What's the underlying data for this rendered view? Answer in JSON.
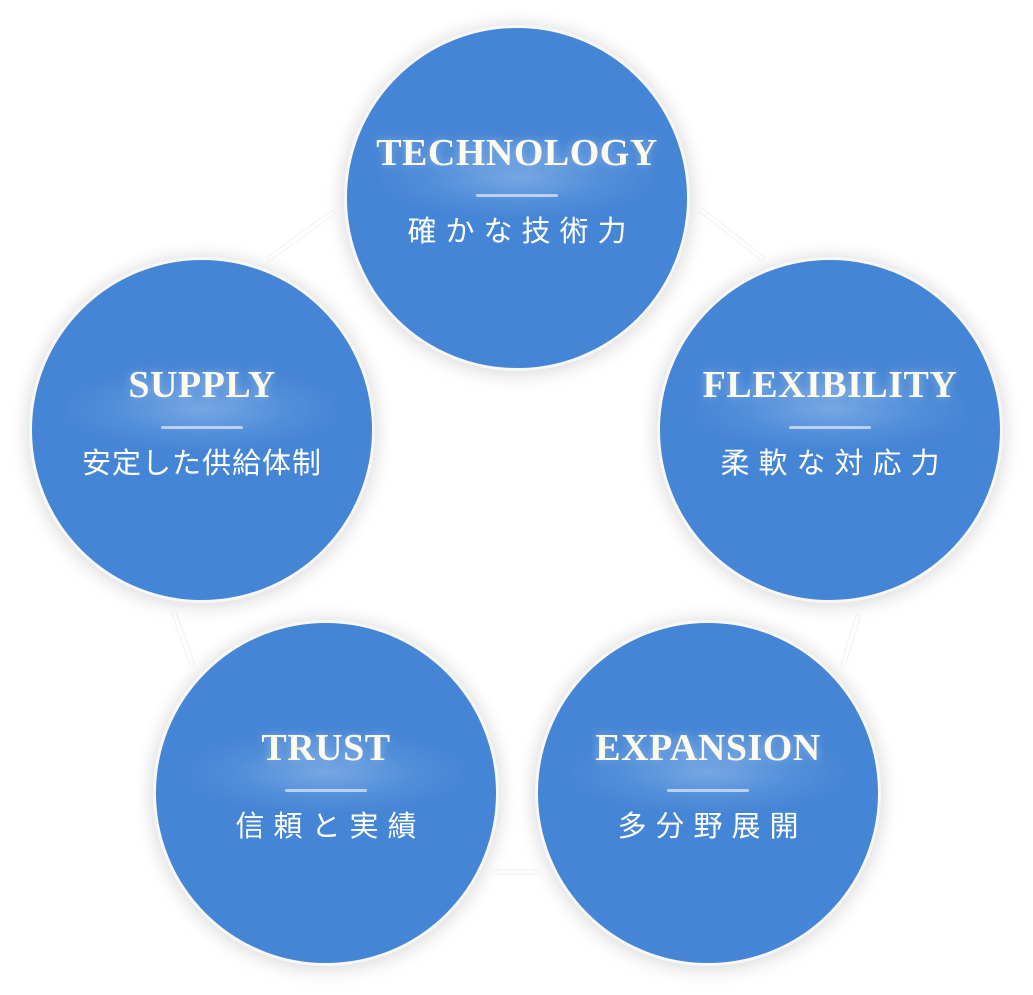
{
  "diagram": {
    "type": "cycle",
    "nodes": [
      {
        "id": "technology",
        "title": "TECHNOLOGY",
        "subtitle": "確かな技術力"
      },
      {
        "id": "flexibility",
        "title": "FLEXIBILITY",
        "subtitle": "柔軟な対応力"
      },
      {
        "id": "expansion",
        "title": "EXPANSION",
        "subtitle": "多分野展開"
      },
      {
        "id": "trust",
        "title": "TRUST",
        "subtitle": "信頼と実績"
      },
      {
        "id": "supply",
        "title": "SUPPLY",
        "subtitle": "安定した供給体制"
      }
    ],
    "edges": [
      [
        "technology",
        "flexibility"
      ],
      [
        "flexibility",
        "expansion"
      ],
      [
        "expansion",
        "trust"
      ],
      [
        "trust",
        "supply"
      ],
      [
        "supply",
        "technology"
      ]
    ],
    "colors": {
      "circle_fill": "#4585d5",
      "circle_border": "#f7f7f7",
      "title_text": "#fdfbee",
      "divider": "#b9d2f1",
      "connector": "#ffffff",
      "background": "#ffffff"
    }
  }
}
